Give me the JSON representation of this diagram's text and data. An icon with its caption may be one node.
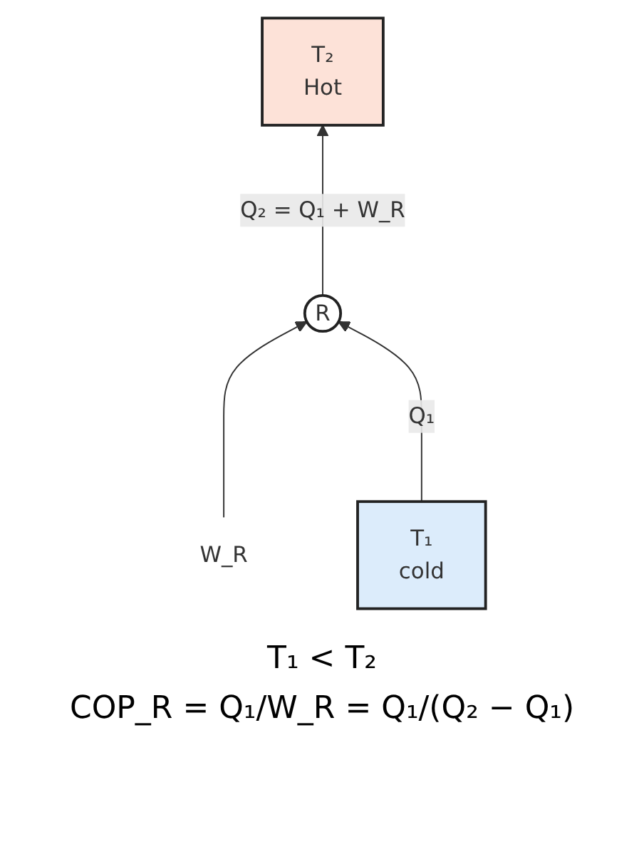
{
  "diagram": {
    "nodes": [
      {
        "text": [
          "T₂",
          "Hot"
        ]
      },
      {
        "text": [
          "R"
        ]
      },
      {
        "text": [
          "T₁",
          "cold"
        ]
      },
      {
        "text": [
          "W_R"
        ]
      }
    ],
    "edges": [
      {
        "from": 1,
        "to": 0,
        "arrow": "to",
        "label": "Q₂ = Q₁ + W_R"
      },
      {
        "from": 3,
        "to": 1,
        "arrow": "to"
      },
      {
        "from": 2,
        "to": 1,
        "arrow": "to",
        "label": "Q₁"
      }
    ],
    "labels": [
      "T₁ < T₂",
      "COP_R = Q₁/W_R = Q₁/(Q₂ − Q₁)"
    ]
  }
}
